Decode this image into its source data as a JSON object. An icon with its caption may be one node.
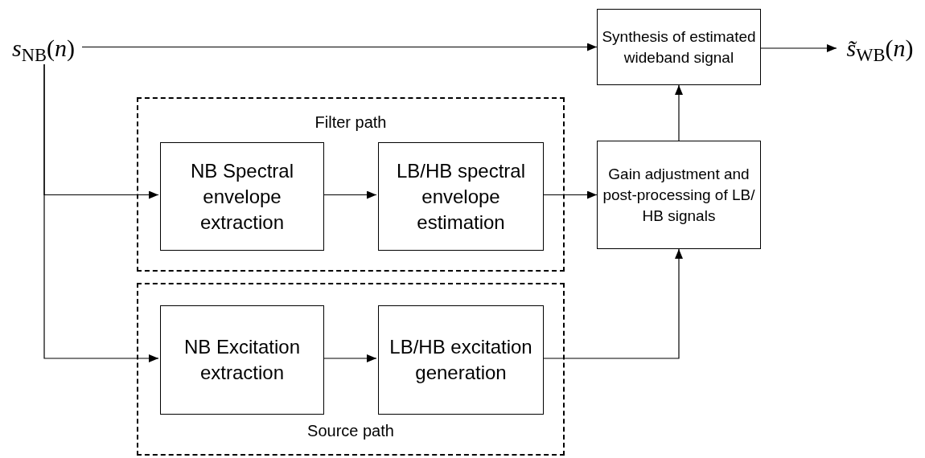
{
  "diagram": {
    "nodes": [
      {
        "text": [
          "*s*$_{NB}$(*n*)"
        ]
      },
      {
        "text": [
          "Synthesis of estimated wideband signal"
        ]
      },
      {
        "text": [
          "*s̃*$_{WB}$(*n*)"
        ]
      },
      {
        "text": [
          "Filter path"
        ]
      },
      {
        "text": [
          "NB Spectral envelope extraction"
        ],
        "in": 3
      },
      {
        "text": [
          "LB/HB spectral envelope estimation"
        ],
        "in": 3
      },
      {
        "text": [
          "Gain adjustment and post-processing of LB/ HB signals"
        ]
      },
      {
        "text": [
          "Source path"
        ]
      },
      {
        "text": [
          "NB Excitation extraction"
        ],
        "in": 7
      },
      {
        "text": [
          "LB/HB excitation generation"
        ],
        "in": 7
      }
    ],
    "edges": [
      {
        "from": 0,
        "to": 1,
        "arrow": "to"
      },
      {
        "from": 1,
        "to": 2,
        "arrow": "to"
      },
      {
        "from": 0,
        "to": 4,
        "arrow": "to"
      },
      {
        "from": 4,
        "to": 5,
        "arrow": "to"
      },
      {
        "from": 5,
        "to": 6,
        "arrow": "to"
      },
      {
        "from": 6,
        "to": 1,
        "arrow": "to"
      },
      {
        "from": 0,
        "to": 8,
        "arrow": "to"
      },
      {
        "from": 8,
        "to": 9,
        "arrow": "to"
      },
      {
        "from": 9,
        "to": 6,
        "arrow": "to"
      }
    ]
  }
}
